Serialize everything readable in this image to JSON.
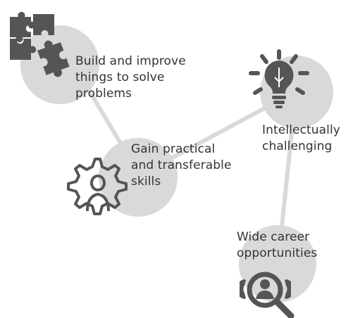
{
  "nodes": [
    {
      "id": "build",
      "label_lines": [
        "Build and improve",
        "things to solve",
        "problems"
      ],
      "icon": "puzzle-icon"
    },
    {
      "id": "practical",
      "label_lines": [
        "Gain practical",
        "and transferable",
        "skills"
      ],
      "icon": "gear-person-icon"
    },
    {
      "id": "intellectual",
      "label_lines": [
        "Intellectually",
        "challenging"
      ],
      "icon": "lightbulb-icon"
    },
    {
      "id": "career",
      "label_lines": [
        "Wide career",
        "opportunities"
      ],
      "icon": "magnifier-person-icon"
    }
  ],
  "colors": {
    "circle": "#d9d9d9",
    "connector": "#d9d9d9",
    "icon": "#555555",
    "text": "#333333",
    "background": "#ffffff"
  }
}
